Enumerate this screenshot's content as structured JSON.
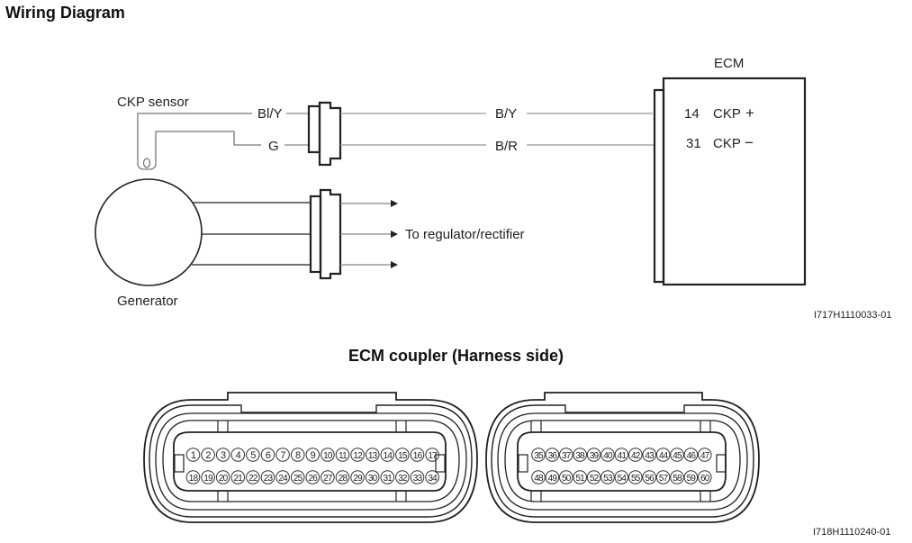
{
  "title": "Wiring Diagram",
  "wiring": {
    "sensor_label": "CKP sensor",
    "generator_label": "Generator",
    "ecm_label": "ECM",
    "sensor_wires": [
      {
        "color": "Bl/Y",
        "harness_color": "B/Y",
        "ecm_pin": "14",
        "ecm_signal": "CKP +"
      },
      {
        "color": "G",
        "harness_color": "B/R",
        "ecm_pin": "31",
        "ecm_signal": "CKP −"
      }
    ],
    "sensor_wire_labels": [
      "Bl/Y",
      "G"
    ],
    "harness_labels": [
      "B/Y",
      "B/R"
    ],
    "ecm_pins": [
      "14",
      "31"
    ],
    "ecm_signals": [
      "CKP",
      "CKP"
    ],
    "ecm_signal_marks": [
      "+",
      "−"
    ],
    "generator_output_label": "To regulator/rectifier",
    "figure_ref": "I717H1110033-01"
  },
  "coupler": {
    "title": "ECM coupler (Harness side)",
    "left": {
      "row1": [
        "1",
        "2",
        "3",
        "4",
        "5",
        "6",
        "7",
        "8",
        "9",
        "10",
        "11",
        "12",
        "13",
        "14",
        "15",
        "16",
        "17"
      ],
      "row2": [
        "18",
        "19",
        "20",
        "21",
        "22",
        "23",
        "24",
        "25",
        "26",
        "27",
        "28",
        "29",
        "30",
        "31",
        "32",
        "33",
        "34"
      ]
    },
    "right": {
      "row1": [
        "35",
        "36",
        "37",
        "38",
        "39",
        "40",
        "41",
        "42",
        "43",
        "44",
        "45",
        "46",
        "47"
      ],
      "row2": [
        "48",
        "49",
        "50",
        "51",
        "52",
        "53",
        "54",
        "55",
        "56",
        "57",
        "58",
        "59",
        "60"
      ]
    },
    "figure_ref": "I718H1110240-01"
  }
}
